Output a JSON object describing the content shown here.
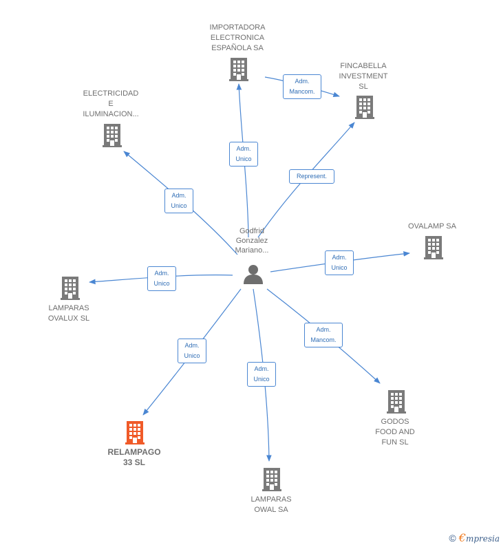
{
  "nodes": {
    "importadora": [
      "IMPORTADORA",
      "ELECTRONICA",
      "ESPAÑOLA SA"
    ],
    "fincabella": [
      "FINCABELLA",
      "INVESTMENT",
      "SL"
    ],
    "electricidad": [
      "ELECTRICIDAD",
      "E",
      "ILUMINACION..."
    ],
    "ovalamp": [
      "OVALAMP SA"
    ],
    "lamparas_ovalux": [
      "LAMPARAS",
      "OVALUX  SL"
    ],
    "relampago": [
      "RELAMPAGO",
      "33  SL"
    ],
    "lamparas_owal": [
      "LAMPARAS",
      "OWAL SA"
    ],
    "godos": [
      "GODOS",
      "FOOD AND",
      "FUN  SL"
    ],
    "person": [
      "Godfrid",
      "Gonzalez",
      "Mariano..."
    ]
  },
  "edges": {
    "importadora_role": [
      "Adm.",
      "Unico"
    ],
    "fincabella_role": [
      "Represent."
    ],
    "importadora_fincabella_role": [
      "Adm.",
      "Mancom."
    ],
    "electricidad_role": [
      "Adm.",
      "Unico"
    ],
    "ovalamp_role": [
      "Adm.",
      "Unico"
    ],
    "lamparas_ovalux_role": [
      "Adm.",
      "Unico"
    ],
    "relampago_role": [
      "Adm.",
      "Unico"
    ],
    "lamparas_owal_role": [
      "Adm.",
      "Unico"
    ],
    "godos_role": [
      "Adm.",
      "Mancom."
    ]
  },
  "footer": {
    "copyright": "©",
    "brand_first": "€",
    "brand_rest": "mpresia"
  },
  "colors": {
    "edge": "#4a86d2",
    "building": "#7a7a7a",
    "highlight": "#f05a28",
    "text": "#6e6e6e"
  }
}
